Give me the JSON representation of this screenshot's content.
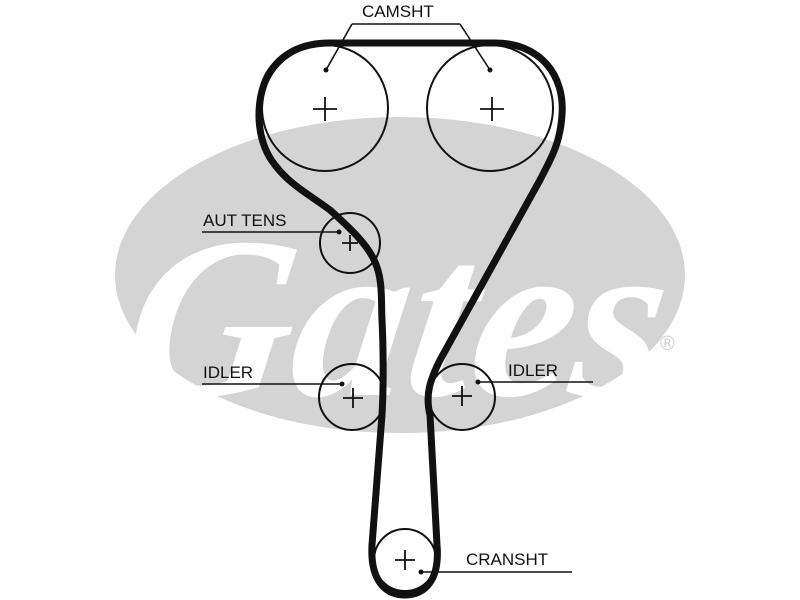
{
  "diagram": {
    "type": "timing-belt-routing",
    "brand_watermark": "Gates",
    "registered_mark": "®",
    "colors": {
      "belt": "#111111",
      "watermark": "#d4d4d4",
      "watermark_text": "#ffffff",
      "line": "#111111"
    },
    "components": [
      {
        "id": "camshaft-left",
        "label": "CAMSHT"
      },
      {
        "id": "camshaft-right",
        "label": "CAMSHT"
      },
      {
        "id": "auto-tensioner",
        "label": "AUT TENS"
      },
      {
        "id": "idler-left",
        "label": "IDLER"
      },
      {
        "id": "idler-right",
        "label": "IDLER"
      },
      {
        "id": "crankshaft",
        "label": "CRANSHT"
      }
    ],
    "labels": {
      "camshaft": "CAMSHT",
      "tensioner": "AUT TENS",
      "idler_left": "IDLER",
      "idler_right": "IDLER",
      "crankshaft": "CRANSHT"
    },
    "center_mark": "+"
  }
}
